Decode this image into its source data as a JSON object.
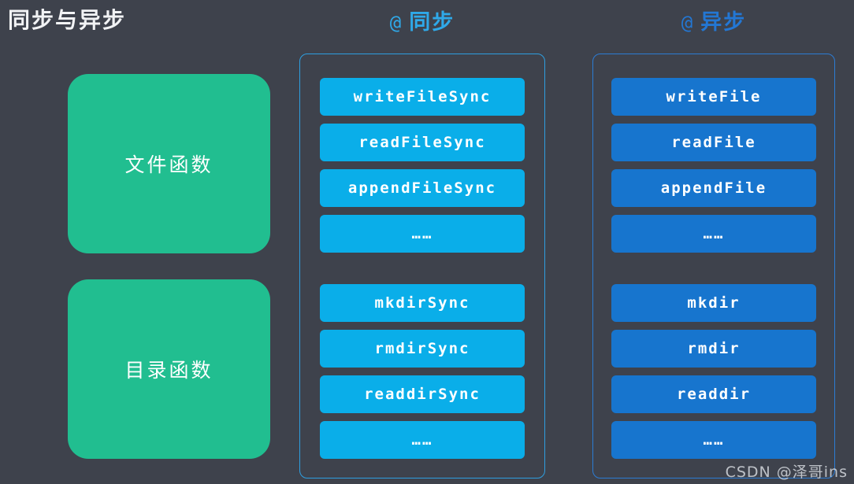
{
  "title": "同步与异步",
  "watermark": "CSDN @泽哥ins",
  "colors": {
    "background": "#3E424C",
    "green": "#21BE90",
    "sync_blue": "#0AAEE9",
    "async_blue": "#1775CE",
    "sync_border": "#2E9FE0",
    "async_border": "#2C7CD4",
    "sync_header": "#2FA9E9",
    "async_header": "#2377D4"
  },
  "categories": [
    {
      "label": "文件函数"
    },
    {
      "label": "目录函数"
    }
  ],
  "columns": [
    {
      "id": "sync",
      "header_prefix": "@",
      "header_label": "同步",
      "groups": [
        {
          "items": [
            "writeFileSync",
            "readFileSync",
            "appendFileSync",
            "……"
          ]
        },
        {
          "items": [
            "mkdirSync",
            "rmdirSync",
            "readdirSync",
            "……"
          ]
        }
      ]
    },
    {
      "id": "async",
      "header_prefix": "@",
      "header_label": "异步",
      "groups": [
        {
          "items": [
            "writeFile",
            "readFile",
            "appendFile",
            "……"
          ]
        },
        {
          "items": [
            "mkdir",
            "rmdir",
            "readdir",
            "……"
          ]
        }
      ]
    }
  ]
}
